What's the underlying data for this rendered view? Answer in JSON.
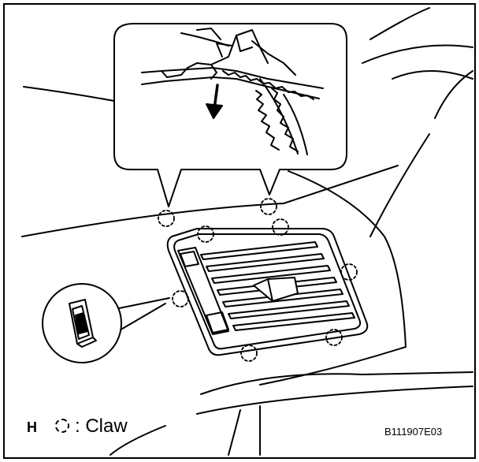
{
  "legend": {
    "letter": "H",
    "claw_label": ": Claw"
  },
  "figure_id": "B111907E03",
  "icons": {
    "claw_marker": "dashed-circle-icon",
    "direction_arrow": "arrow-down-icon"
  },
  "colors": {
    "line": "#000000",
    "background": "#ffffff"
  }
}
